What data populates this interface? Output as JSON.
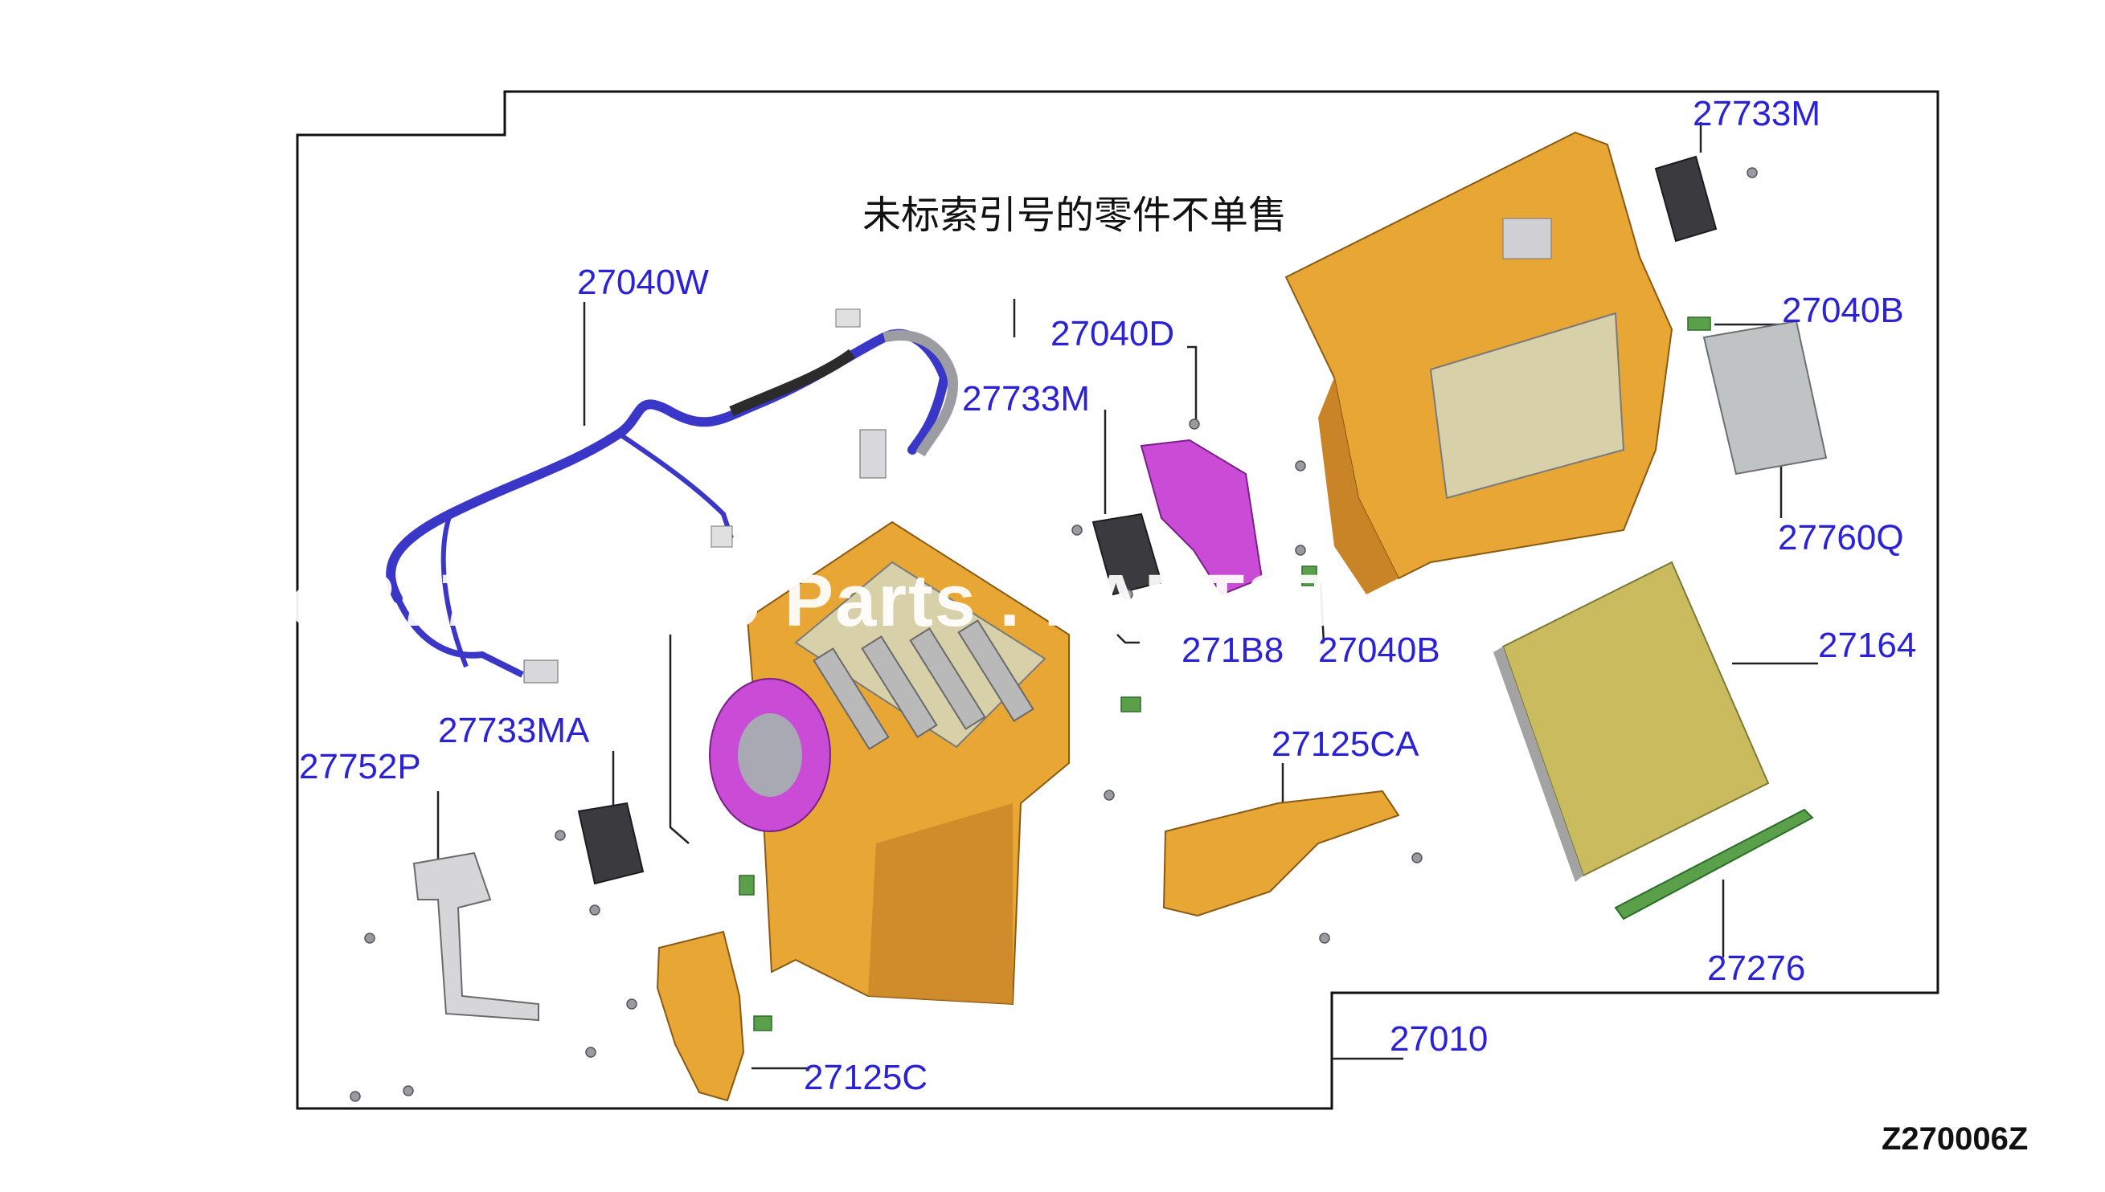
{
  "diagram": {
    "note": "未标索引号的零件不单售",
    "diagram_code": "Z270006Z",
    "watermark": "e  27733  Auto Parts  .  PARTST",
    "callouts": {
      "c_27733M_top": "27733M",
      "c_27040W": "27040W",
      "c_27040D": "27040D",
      "c_27733M_mid": "27733M",
      "c_27040B_top": "27040B",
      "c_27760Q": "27760Q",
      "c_271B8": "271B8",
      "c_27040B_mid": "27040B",
      "c_27164": "27164",
      "c_27733MA": "27733MA",
      "c_27752P": "27752P",
      "c_27125CA": "27125CA",
      "c_27276": "27276",
      "c_27010": "27010",
      "c_27125C": "27125C"
    },
    "colors": {
      "callout": "#2b22d6",
      "housing": "#e8a634",
      "housing_shadow": "#b8741a",
      "harness": "#3a36c8",
      "magenta_part": "#c94bd6",
      "green_part": "#5aa04a",
      "filter_face": "#c9bb5e",
      "module_grey": "#bfc3c4",
      "actuator": "#3b3b3f"
    }
  }
}
